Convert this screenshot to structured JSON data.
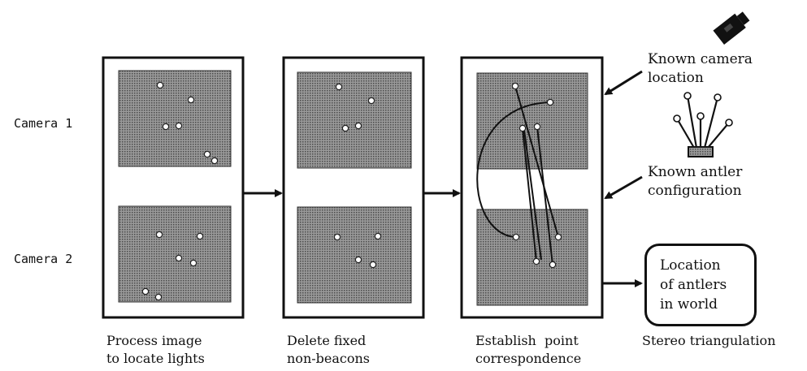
{
  "rows": {
    "camera1": "Camera 1",
    "camera2": "Camera 2"
  },
  "steps": [
    {
      "caption": "Process image\nto locate lights"
    },
    {
      "caption": "Delete fixed\nnon-beacons"
    },
    {
      "caption": "Establish  point\ncorrespondence"
    },
    {
      "caption": "Stereo triangulation"
    }
  ],
  "annotations": {
    "camera_location": "Known camera\nlocation",
    "antler_config": "Known antler\nconfiguration"
  },
  "result": "Location\nof antlers\nin world",
  "colors": {
    "ink": "#111111",
    "screen": "#7f7f7f",
    "light": "#ffffff"
  },
  "icons": [
    "camera-icon",
    "antler-icon"
  ]
}
